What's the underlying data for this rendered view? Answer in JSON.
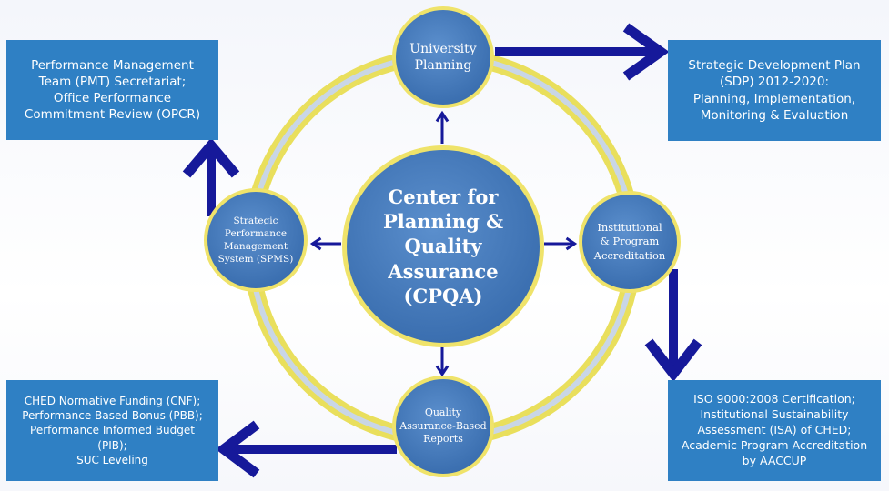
{
  "diagram": {
    "center": {
      "label": "Center for\nPlanning &\nQuality\nAssurance\n(CPQA)"
    },
    "nodes": {
      "top": {
        "label": "University\nPlanning"
      },
      "right": {
        "label": "Institutional\n& Program\nAccreditation"
      },
      "bottom": {
        "label": "Quality\nAssurance-Based\nReports"
      },
      "left": {
        "label": "Strategic\nPerformance\nManagement\nSystem (SPMS)"
      }
    },
    "boxes": {
      "top_left": {
        "label": "Performance Management\nTeam (PMT) Secretariat;\nOffice Performance\nCommitment Review (OPCR)"
      },
      "top_right": {
        "label": "Strategic Development Plan\n(SDP) 2012-2020:\nPlanning, Implementation,\nMonitoring & Evaluation"
      },
      "bottom_left": {
        "label": "CHED Normative Funding (CNF);\nPerformance-Based Bonus (PBB);\nPerformance Informed Budget (PIB);\nSUC Leveling"
      },
      "bottom_right": {
        "label": "ISO 9000:2008 Certification;\nInstitutional Sustainability\nAssessment  (ISA) of CHED;\nAcademic Program Accreditation\nby AACCUP"
      }
    },
    "colors": {
      "box_fill": "#2f80c4",
      "node_fill": "#3c70b1",
      "ring": "#e9df5c",
      "arrow": "#16199a"
    }
  }
}
